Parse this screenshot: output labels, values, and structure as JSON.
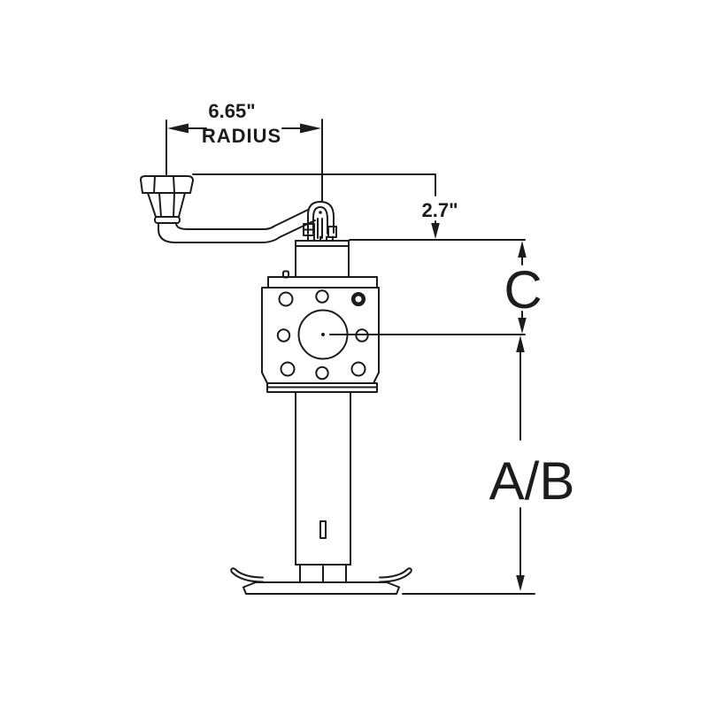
{
  "diagram": {
    "type": "technical-line-drawing",
    "subject": "trailer tongue jack with swivel crank handle, gear housing and foot plate",
    "colors": {
      "ink": "#1c1c1c",
      "background": "#ffffff"
    },
    "labels": {
      "radius_value": "6.65\"",
      "radius_word": "RADIUS",
      "offset_value": "2.7\"",
      "dim_c": "C",
      "dim_ab": "A/B"
    }
  }
}
